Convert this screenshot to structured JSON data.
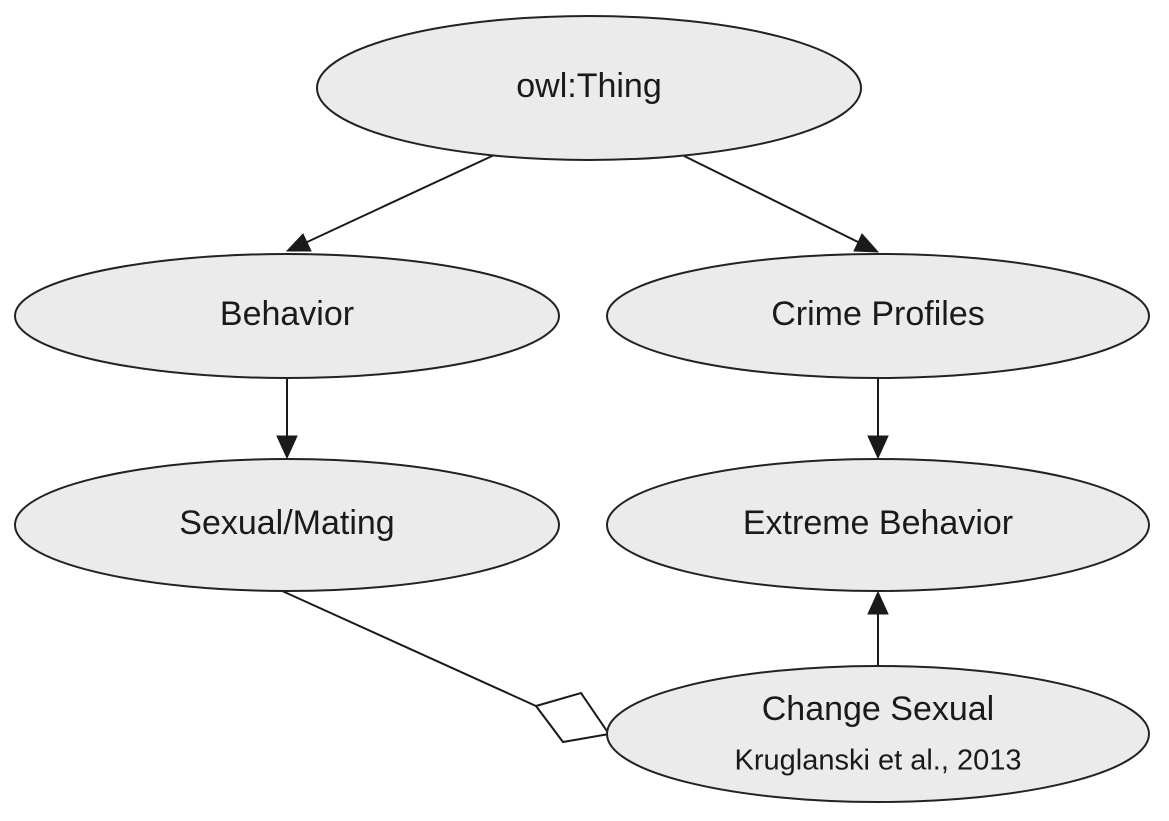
{
  "diagram": {
    "nodes": {
      "owl_thing": {
        "label": "owl:Thing"
      },
      "behavior": {
        "label": "Behavior"
      },
      "crime_profiles": {
        "label": "Crime Profiles"
      },
      "sexual_mating": {
        "label": "Sexual/Mating"
      },
      "extreme_behavior": {
        "label": "Extreme Behavior"
      },
      "change_sexual": {
        "label": "Change Sexual",
        "sublabel": "Kruglanski et al., 2013"
      }
    },
    "edges": [
      {
        "from": "owl_thing",
        "to": "behavior",
        "kind": "arrow"
      },
      {
        "from": "owl_thing",
        "to": "crime_profiles",
        "kind": "arrow"
      },
      {
        "from": "behavior",
        "to": "sexual_mating",
        "kind": "arrow"
      },
      {
        "from": "crime_profiles",
        "to": "extreme_behavior",
        "kind": "arrow"
      },
      {
        "from": "change_sexual",
        "to": "extreme_behavior",
        "kind": "arrow"
      },
      {
        "from": "sexual_mating",
        "to": "change_sexual",
        "kind": "aggregation-diamond"
      }
    ],
    "colors": {
      "node_fill": "#ebebeb",
      "stroke": "#222222",
      "text": "#1a1a1a",
      "background": "#ffffff"
    }
  }
}
